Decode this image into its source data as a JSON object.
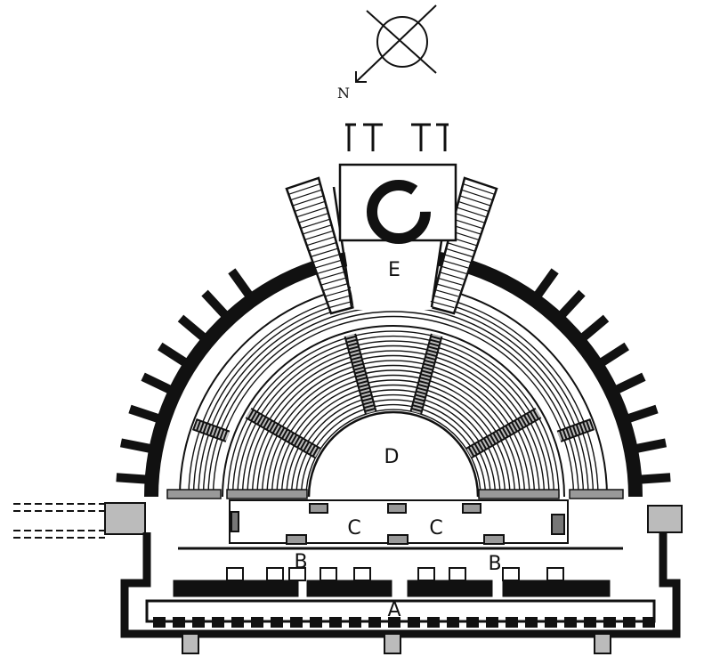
{
  "compass": {
    "north_label": "N"
  },
  "labels": {
    "E": "E",
    "D": "D",
    "C_left": "C",
    "C_right": "C",
    "B_left": "B",
    "B_right": "B",
    "A": "A"
  },
  "colors": {
    "ink": "#111111",
    "paper": "#ffffff"
  }
}
